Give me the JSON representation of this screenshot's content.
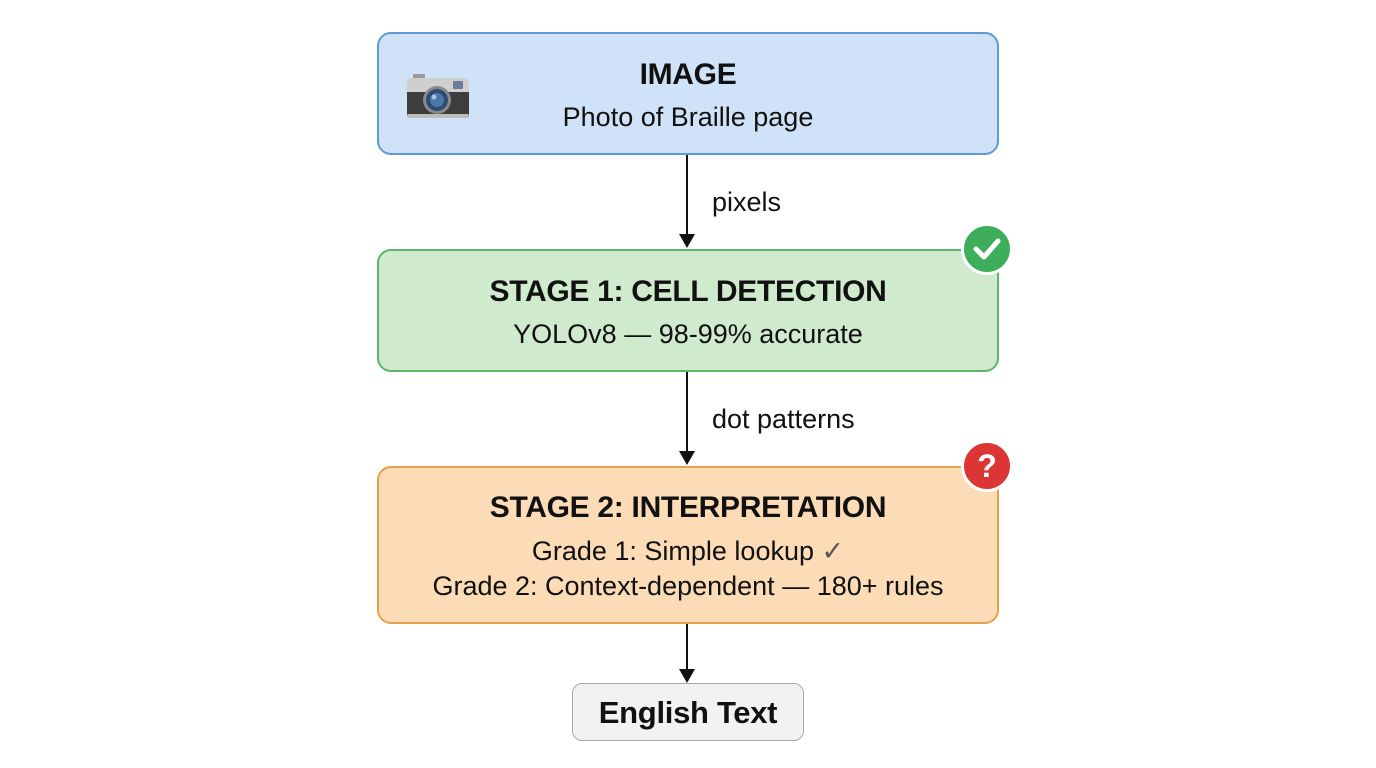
{
  "nodes": {
    "image": {
      "title": "IMAGE",
      "subtitle": "Photo of Braille page",
      "icon": "camera-icon",
      "fill": "#cfe2f7",
      "border": "#5b9bd6"
    },
    "stage1": {
      "title": "STAGE 1: CELL DETECTION",
      "subtitle": "YOLOv8 — 98-99% accurate",
      "badge": "check-icon",
      "fill": "#cfeacd",
      "border": "#5fb56a",
      "badge_color": "#3fae5a"
    },
    "stage2": {
      "title": "STAGE 2: INTERPRETATION",
      "line1": "Grade 1: Simple lookup",
      "line1_mark": "✓",
      "line2": "Grade 2: Context-dependent — 180+ rules",
      "badge": "question-icon",
      "badge_text": "?",
      "fill": "#fbdcb7",
      "border": "#e3a24b",
      "badge_color": "#dc3535"
    },
    "output": {
      "title": "English Text",
      "fill": "#f2f2f2",
      "border": "#a8a8a8"
    }
  },
  "edges": [
    {
      "from": "image",
      "to": "stage1",
      "label": "pixels"
    },
    {
      "from": "stage1",
      "to": "stage2",
      "label": "dot patterns"
    },
    {
      "from": "stage2",
      "to": "output",
      "label": ""
    }
  ]
}
